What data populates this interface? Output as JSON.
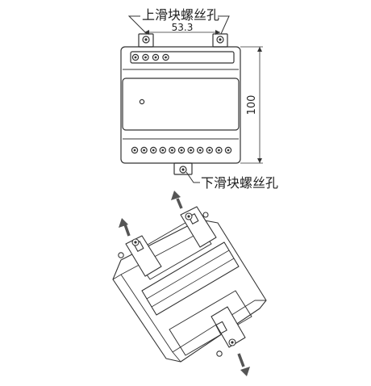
{
  "labels": {
    "top_slider_holes": "上滑块螺丝孔",
    "bottom_slider_hole": "下滑块螺丝孔",
    "hole_spacing": "53.3",
    "height": "100"
  },
  "counts": {
    "top_terminals": 4,
    "bottom_terminals": 11
  },
  "colors": {
    "line": "#333333",
    "arrow": "#555555",
    "background": "#ffffff"
  }
}
